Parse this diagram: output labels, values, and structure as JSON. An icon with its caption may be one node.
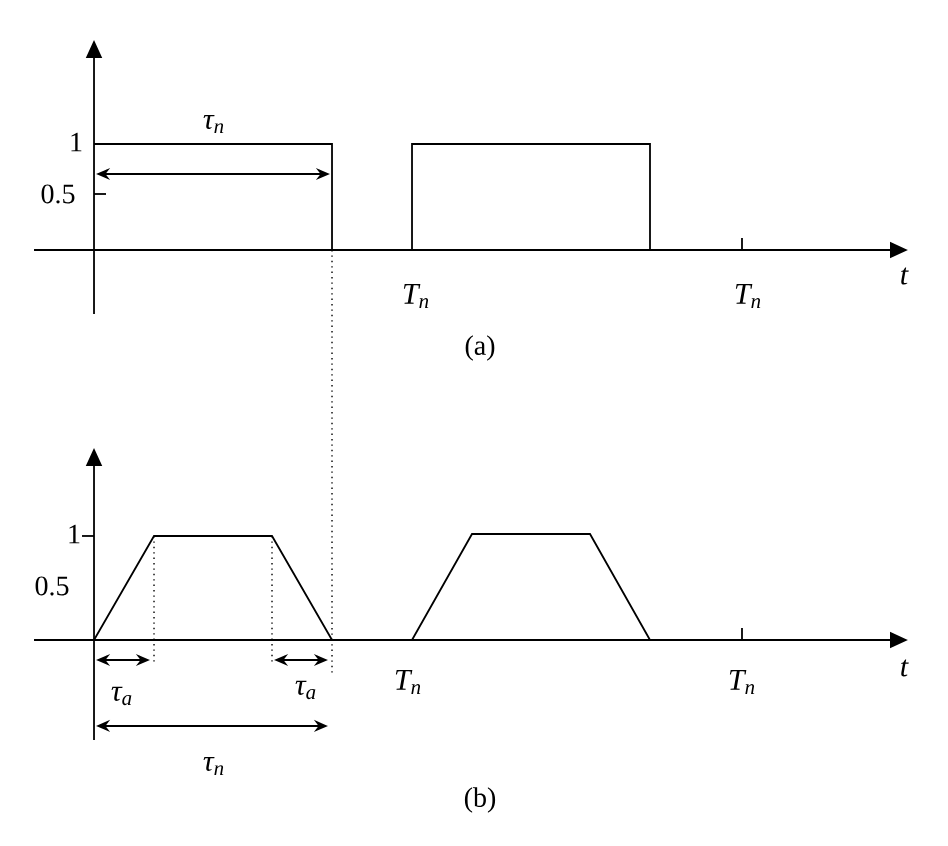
{
  "diagram": {
    "labels": [
      "τ$_{n}$",
      "1",
      "0.5",
      "t",
      "T$_{n}$",
      "T$_{n}$",
      "(a)",
      "1",
      "0.5",
      "t",
      "τ$_{a}$",
      "τ$_{a}$",
      "T$_{n}$",
      "T$_{n}$",
      "τ$_{n}$",
      "(b)"
    ]
  }
}
